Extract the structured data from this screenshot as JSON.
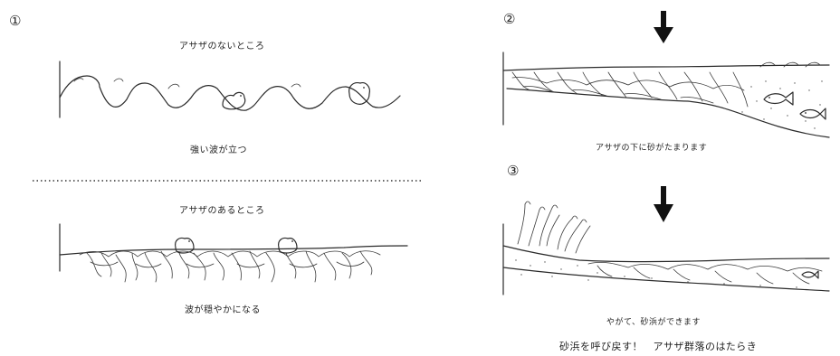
{
  "panel1": {
    "number": "①",
    "top_title": "アサザのないところ",
    "top_caption": "強い波が立つ",
    "bottom_title": "アサザのあるところ",
    "bottom_caption": "波が穏やかになる"
  },
  "panel2": {
    "number": "②",
    "caption": "アサザの下に砂がたまります"
  },
  "panel3": {
    "number": "③",
    "caption": "やがて、砂浜ができます"
  },
  "footer": {
    "title": "砂浜を呼び戻す！　アサザ群落のはたらき"
  },
  "colors": {
    "ink": "#2a2a2a",
    "background": "#ffffff"
  }
}
